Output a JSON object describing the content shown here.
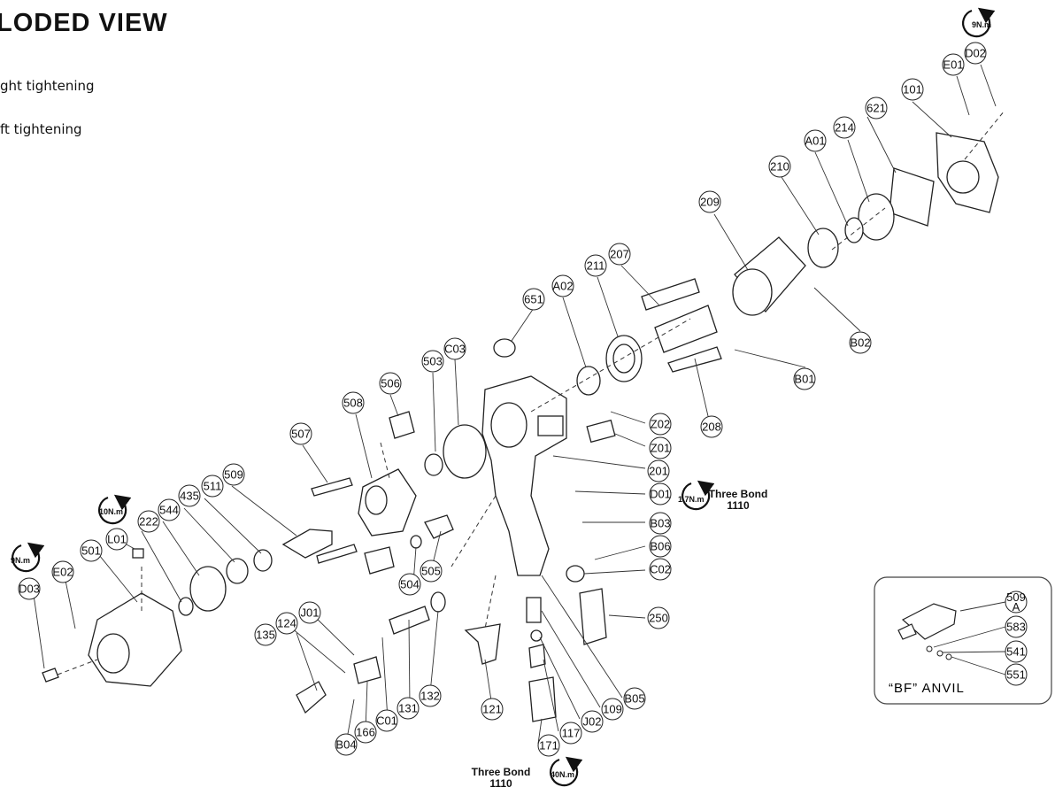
{
  "title": "LODED  VIEW",
  "legend": [
    {
      "text": "ght tightening"
    },
    {
      "text": "ft tightening"
    }
  ],
  "torques": [
    {
      "id": "t1",
      "value": "9N.m"
    },
    {
      "id": "t2",
      "value": "10N.m"
    },
    {
      "id": "t3",
      "value": "9N.m"
    },
    {
      "id": "t4",
      "value": "1.7N.m"
    },
    {
      "id": "t5",
      "value": "40N.m"
    }
  ],
  "sealants": [
    {
      "id": "s1",
      "line1": "Three Bond",
      "line2": "1110"
    },
    {
      "id": "s2",
      "line1": "Three Bond",
      "line2": "1110"
    }
  ],
  "inset": {
    "caption": "“BF” ANVIL",
    "parts": [
      "509\nA",
      "583",
      "541",
      "551"
    ]
  },
  "parts": [
    "101",
    "E01",
    "D02",
    "621",
    "214",
    "A01",
    "210",
    "209",
    "B02",
    "B01",
    "207",
    "211",
    "208",
    "A02",
    "651",
    "C03",
    "503",
    "506",
    "508",
    "507",
    "509",
    "511",
    "435",
    "544",
    "222",
    "501",
    "L01",
    "E02",
    "D03",
    "Z02",
    "Z01",
    "201",
    "D01",
    "B03",
    "B06",
    "C02",
    "250",
    "B05",
    "109",
    "J02",
    "117",
    "171",
    "121",
    "504",
    "505",
    "132",
    "131",
    "C01",
    "166",
    "B04",
    "135",
    "124",
    "J01"
  ]
}
